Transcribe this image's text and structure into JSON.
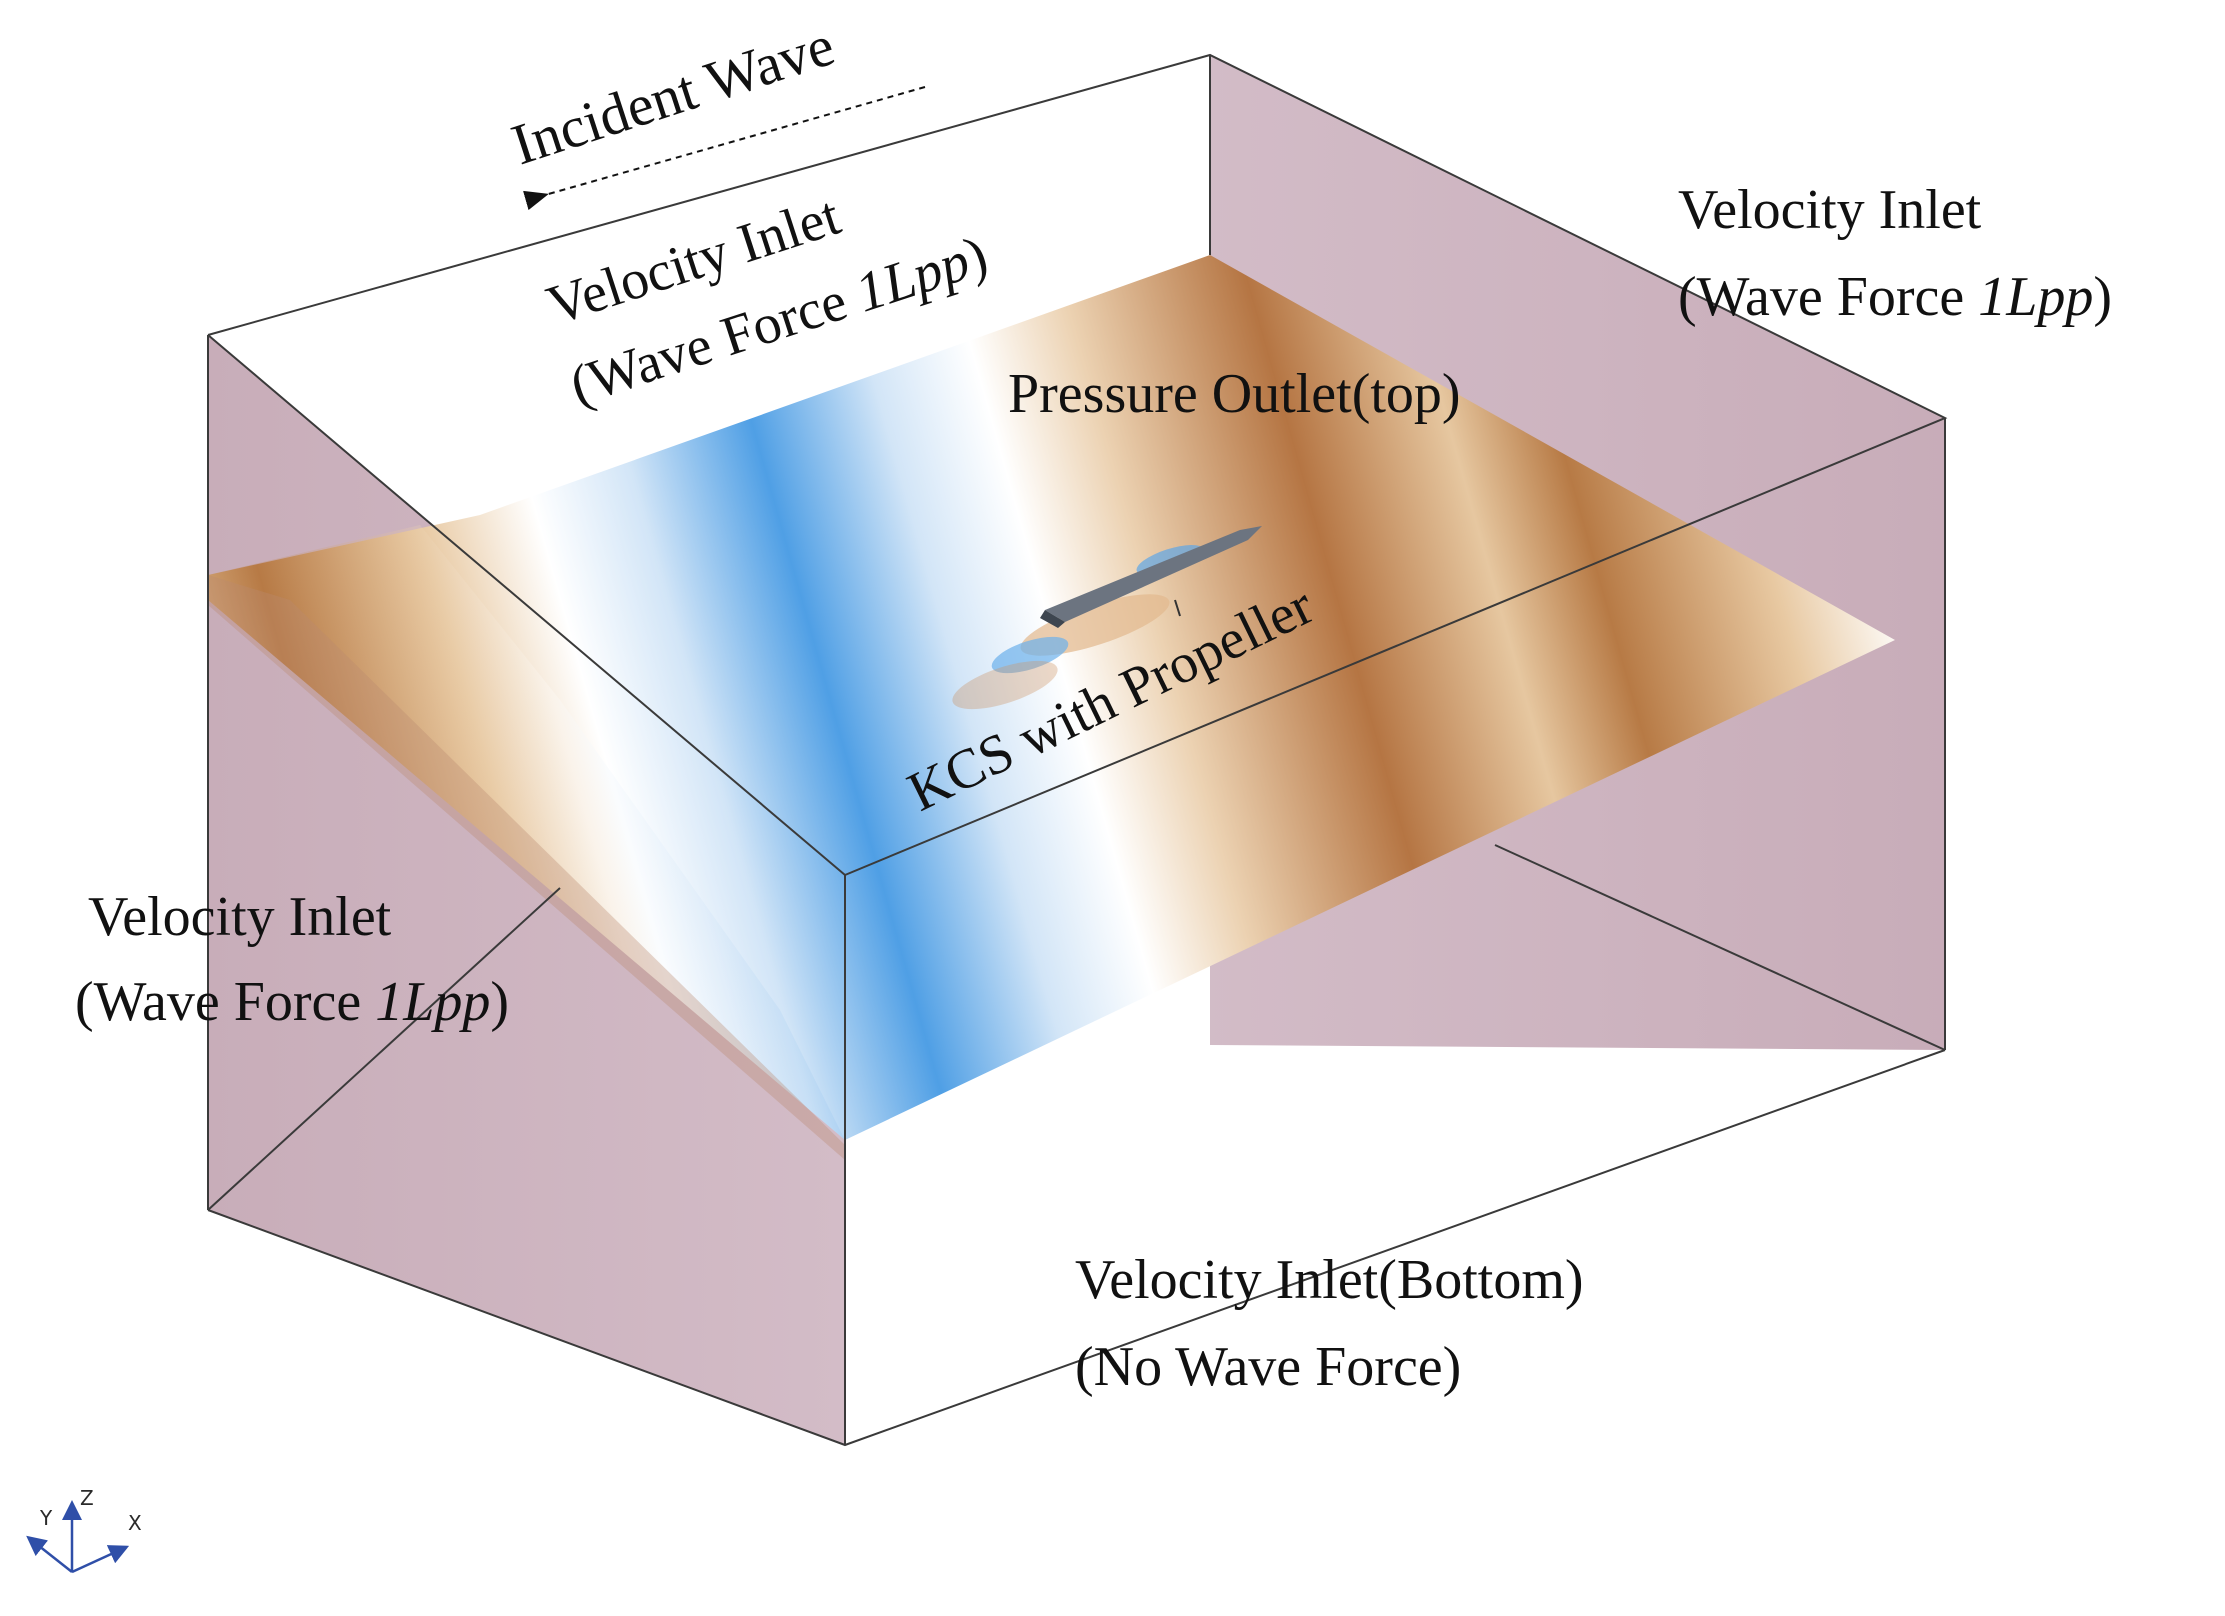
{
  "colors": {
    "boundary_face": "#c9b0bc",
    "wave_crest": "#b0703a",
    "wave_trough": "#3f97e6",
    "ship_hull": "#5c6470",
    "edge": "#3a3a3a"
  },
  "labels": {
    "incident_wave": "Incident Wave",
    "inlet_back_line1": "Velocity Inlet",
    "inlet_back_line2_prefix": "(Wave Force ",
    "inlet_back_line2_italic": "1Lpp",
    "inlet_back_line2_suffix": ")",
    "inlet_right_line1": "Velocity Inlet",
    "inlet_right_line2_prefix": "(Wave Force ",
    "inlet_right_line2_italic": "1Lpp",
    "inlet_right_line2_suffix": ")",
    "pressure_outlet": "Pressure Outlet(top)",
    "ship": "KCS with Propeller",
    "inlet_left_line1": "Velocity Inlet",
    "inlet_left_line2_prefix": "(Wave Force ",
    "inlet_left_line2_italic": "1Lpp",
    "inlet_left_line2_suffix": ")",
    "inlet_bottom_line1": "Velocity Inlet(Bottom)",
    "inlet_bottom_line2": "(No Wave Force)"
  },
  "axes_triad": {
    "y": "Y",
    "z": "Z",
    "x": "X"
  }
}
